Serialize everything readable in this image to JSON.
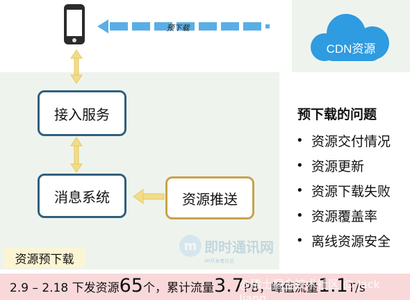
{
  "diagram": {
    "arrow_label": "预下载",
    "cdn_label": "CDN资源",
    "access_service": "接入服务",
    "message_system": "消息系统",
    "resource_push": "资源推送",
    "section_tag": "资源预下载"
  },
  "issues": {
    "title": "预下载的问题",
    "bullet": "•",
    "items": [
      "资源交付情况",
      "资源更新",
      "资源下载失败",
      "资源覆盖率",
      "离线资源安全"
    ]
  },
  "stats": {
    "range": "2.9 – 2.18 下发资源",
    "count": "65",
    "count_unit": "个，累计流量",
    "traffic_value": "3.7",
    "traffic_unit": "PB，峰值流量",
    "peak_value": "1.1",
    "peak_unit": "T/s"
  },
  "watermark": {
    "badge": "m",
    "text": "即时通讯网",
    "sub": "IM开发者社区",
    "credit": "@稀土掘金技术社区 @ Jack Jiang"
  },
  "colors": {
    "panel": "#eef4ed",
    "blue_border": "#2f5f7e",
    "gold_border": "#c9a24a",
    "arrow_yellow": "#f2dc8a",
    "arrow_blue": "#5aaee5",
    "cloud": "#2f9be0",
    "bottom_bar": "#f9d8da",
    "tag_bg": "#fbf5d4"
  }
}
